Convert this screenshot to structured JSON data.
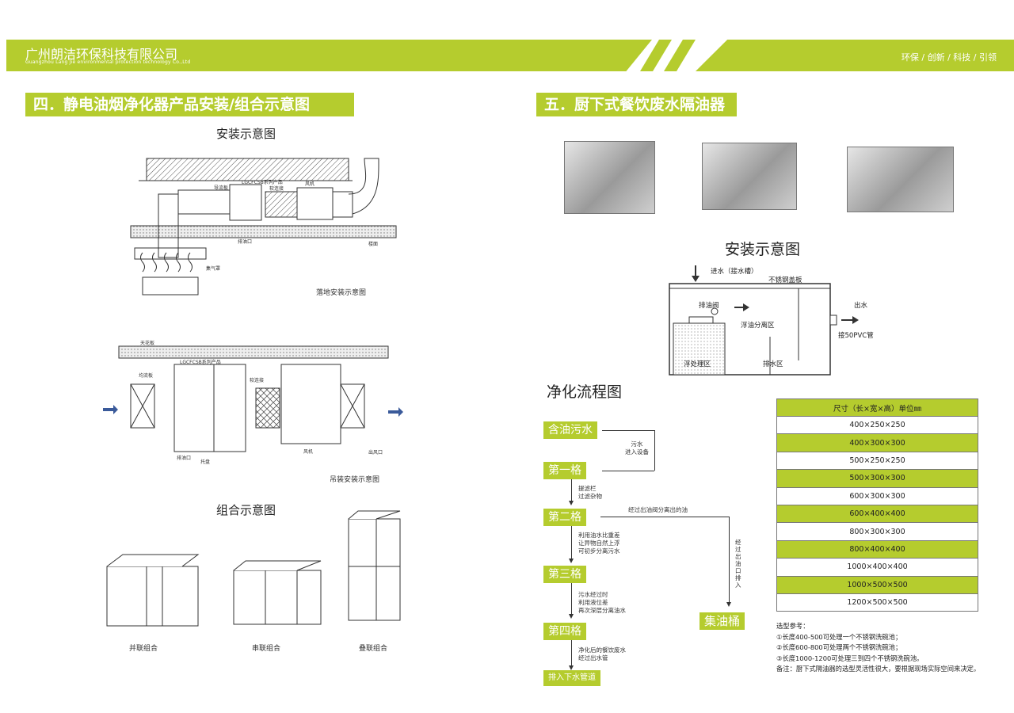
{
  "header": {
    "company_cn": "广州朗洁环保科技有限公司",
    "company_en": "Guangzhou Lang Jie environmental protection technology Co.,Ltd",
    "slogan": "环保 / 创新 / 科技 / 引领"
  },
  "left": {
    "title": "四．静电油烟净化器产品安装/组合示意图",
    "install_caption": "安装示意图",
    "floor": {
      "caption": "落地安装示意图",
      "labels": {
        "baffle": "导流板",
        "product": "LGCFCSB系列产品",
        "soft": "软连接",
        "fan": "风机",
        "drain": "排油口",
        "floor": "楼面",
        "hood": "集气罩"
      }
    },
    "hanging": {
      "caption": "吊装安装示意图",
      "labels": {
        "ceiling": "天花板",
        "baffle": "均流板",
        "product": "LGCFCSB系列产品",
        "soft": "软连接",
        "fan": "风机",
        "outlet": "出风口",
        "drain": "排油口",
        "tray": "托盘"
      }
    },
    "combo_caption": "组合示意图",
    "combos": [
      "并联组合",
      "串联组合",
      "叠联组合"
    ]
  },
  "right": {
    "title": "五．厨下式餐饮废水隔油器",
    "install_caption": "安装示意图",
    "install_labels": {
      "inlet": "进水（接水槽）",
      "cover": "不锈钢盖板",
      "valve": "排油阀",
      "oil_zone": "浮油分离区",
      "float_zone": "浮处理区",
      "drain_zone": "排水区",
      "outlet": "出水",
      "pipe": "接50PVC管"
    },
    "flow_caption": "净化流程图",
    "flow": {
      "steps": [
        "含油污水",
        "第一格",
        "第二格",
        "第三格",
        "第四格",
        "排入下水管道"
      ],
      "collect": "集油桶",
      "notes": {
        "n1": [
          "污水",
          "进入设备"
        ],
        "n2": [
          "提滤栏",
          "过滤杂物"
        ],
        "n3": [
          "利用油水比重差",
          "让异物自然上浮",
          "可初步分离污水"
        ],
        "n4": [
          "污水经过时",
          "利用液位差",
          "再次深层分离油水"
        ],
        "n5": [
          "净化后的餐饮废水",
          "经过出水管"
        ],
        "oil_path": "经过出油阀分离出的油",
        "oil_vertical": "经过出油口排入"
      }
    },
    "table": {
      "header": "尺寸（长×宽×高）单位㎜",
      "rows": [
        "400×250×250",
        "400×300×300",
        "500×250×250",
        "500×300×300",
        "600×300×300",
        "600×400×400",
        "800×300×300",
        "800×400×400",
        "1000×400×400",
        "1000×500×500",
        "1200×500×500"
      ]
    },
    "notes": {
      "title": "选型参考：",
      "lines": [
        "①长度400-500可处理一个不锈钢洗碗池；",
        "②长度600-800可处理两个不锈钢洗碗池；",
        "③长度1000-1200可处理三到四个不锈钢洗碗池。",
        "备注：厨下式隔油器的选型灵活性很大，要根据现场实际空间来决定。"
      ]
    }
  },
  "colors": {
    "accent": "#b5cc2e"
  }
}
